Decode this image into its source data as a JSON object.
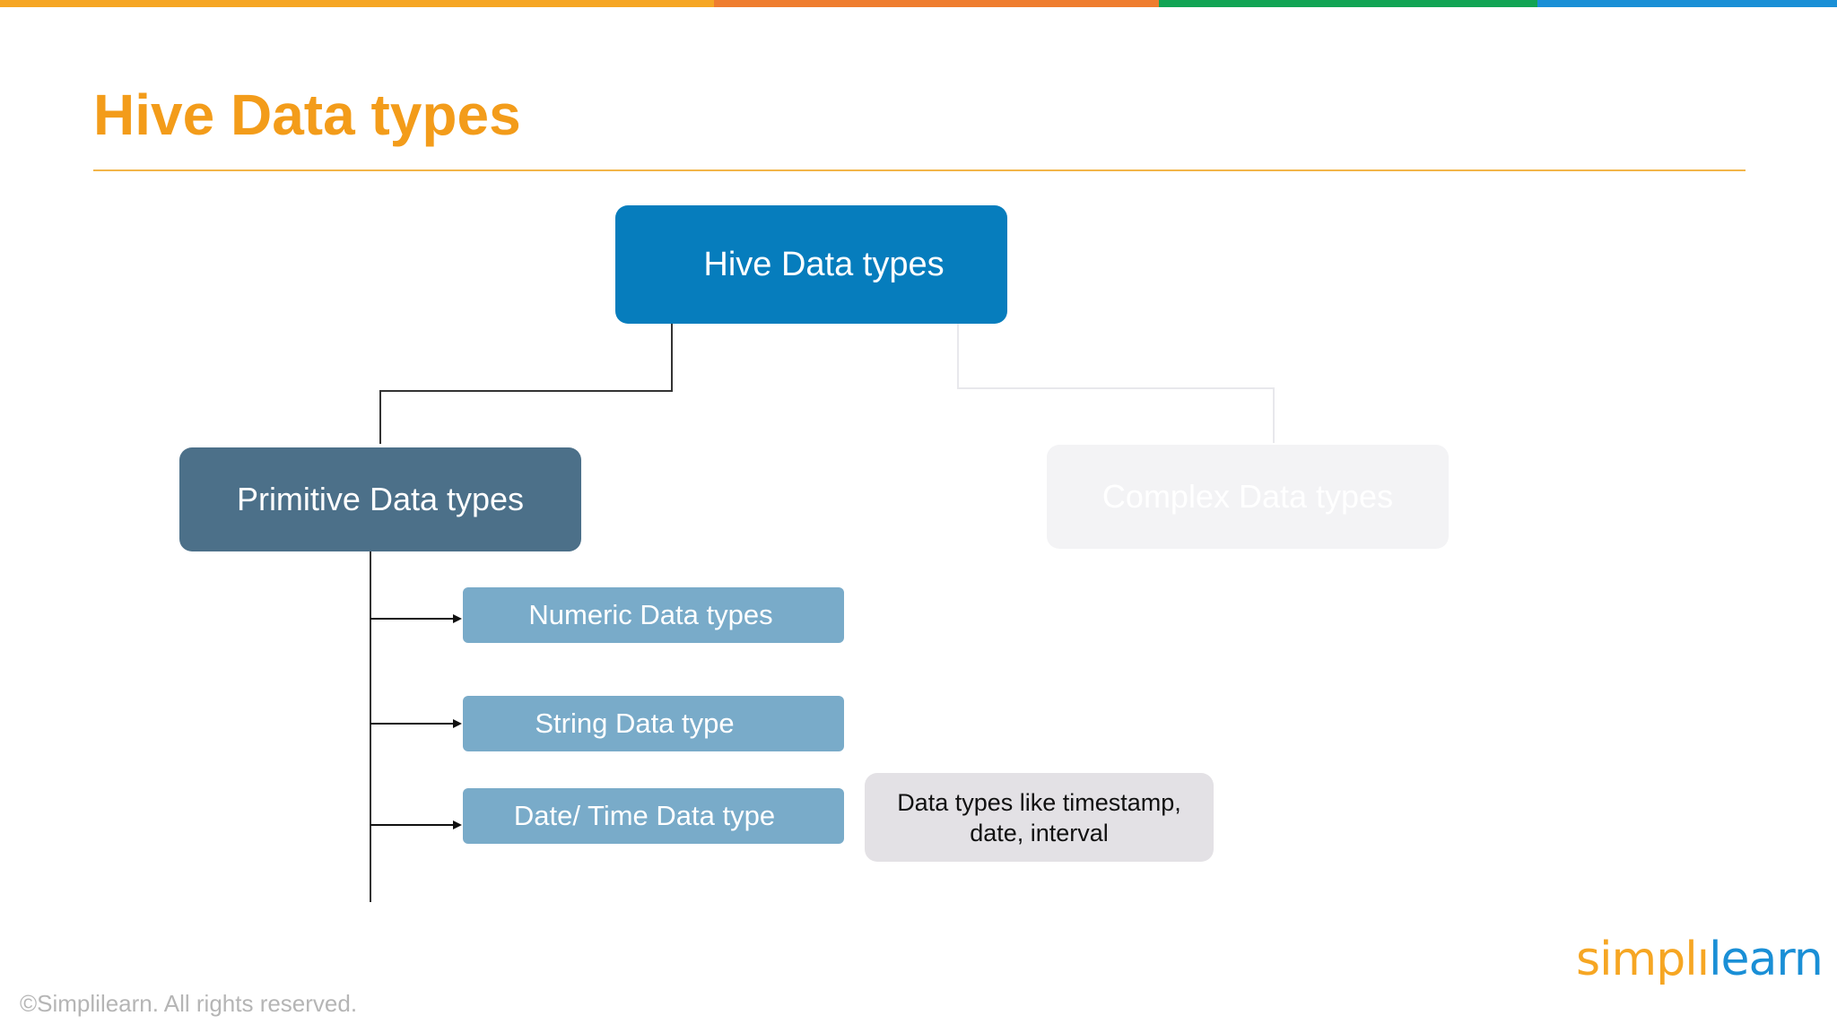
{
  "slide": {
    "title": "Hive Data types",
    "top_bar_colors": [
      "#f6a623",
      "#ef7d2f",
      "#12a454",
      "#1a8fd6"
    ],
    "copyright": "©Simplilearn. All rights reserved.",
    "logo": {
      "text_part1": "simpl",
      "text_part2": "learn",
      "color1": "#f6a623",
      "color2": "#1a8fd6"
    }
  },
  "diagram": {
    "root": {
      "label": "Hive Data types",
      "color": "#067dbd"
    },
    "primitive": {
      "label": "Primitive Data types",
      "color": "#4c7089"
    },
    "complex": {
      "label": "Complex Data types",
      "color": "#f3f3f5",
      "text_color": "#ffffff"
    },
    "primitive_children": [
      {
        "label": "Numeric Data types",
        "color": "#79abc9"
      },
      {
        "label": "String Data type",
        "color": "#79abc9"
      },
      {
        "label": "Date/ Time Data type",
        "color": "#79abc9"
      }
    ],
    "note": {
      "text": "Data types like timestamp, date, interval",
      "color": "#e3e1e5"
    },
    "connector_color": "#333333",
    "faded_connector_color": "#e8e8ec"
  }
}
